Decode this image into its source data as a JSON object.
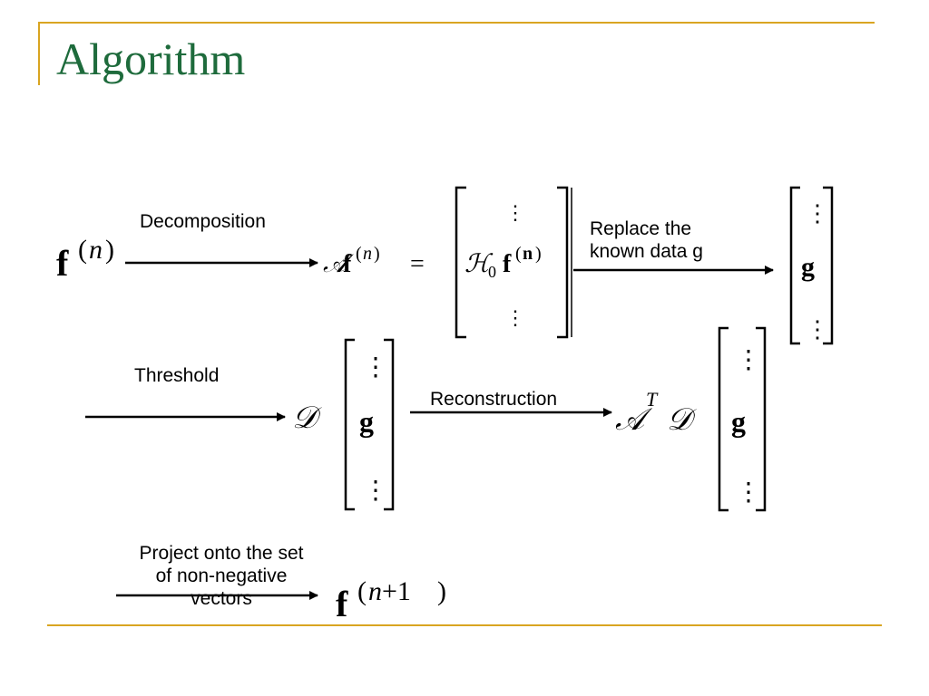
{
  "slide": {
    "title": "Algorithm",
    "colors": {
      "title": "#1e6b3c",
      "rule": "#d9a521"
    }
  },
  "diagram": {
    "steps": [
      {
        "label": "Decomposition"
      },
      {
        "label": "Replace the\nknown data g"
      },
      {
        "label": "Threshold"
      },
      {
        "label": "Reconstruction"
      },
      {
        "label": "Project onto the set\nof non-negative\nvectors"
      }
    ],
    "math": {
      "f_bold": "f",
      "n": "n",
      "n_plus_1": "n+1",
      "A": "𝒜",
      "H": "ℋ",
      "sub0": "0",
      "eq": "=",
      "g_bold": "g",
      "D": "𝒟",
      "T": "T",
      "vdots": "⋮"
    }
  }
}
